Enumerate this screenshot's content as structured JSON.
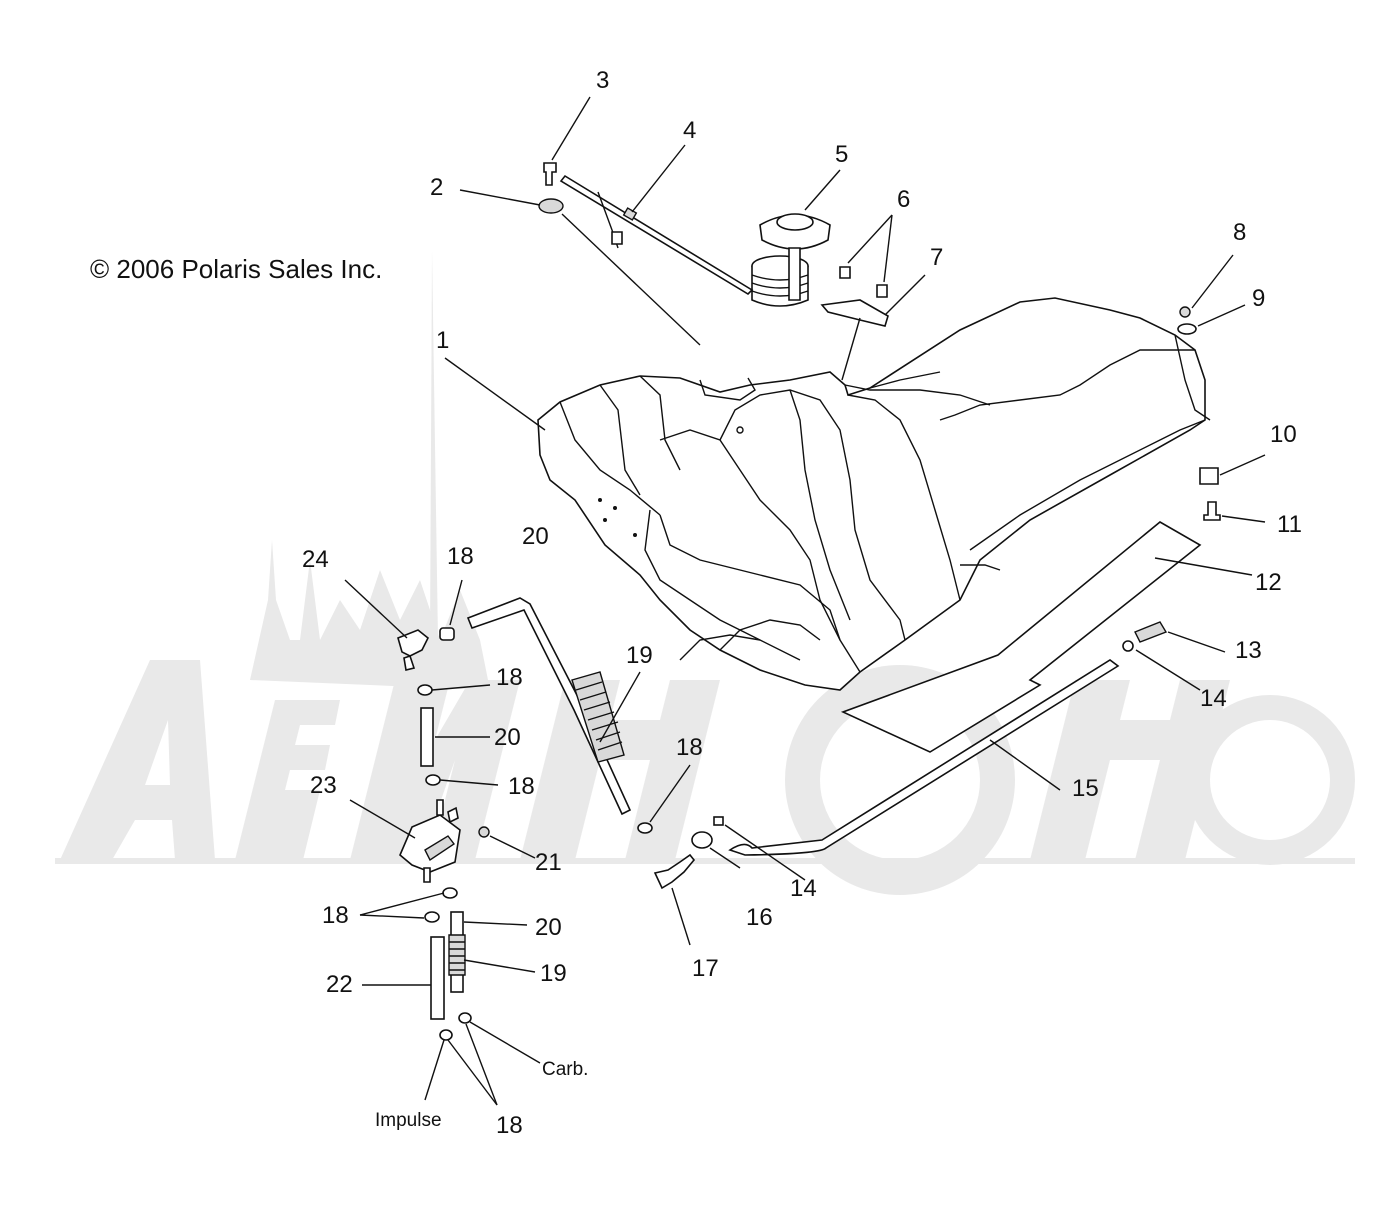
{
  "copyright": "© 2006 Polaris Sales Inc.",
  "watermark": "AeroMoto",
  "callouts": {
    "c1": "1",
    "c2": "2",
    "c3": "3",
    "c4": "4",
    "c5": "5",
    "c6": "6",
    "c7": "7",
    "c8": "8",
    "c9": "9",
    "c10": "10",
    "c11": "11",
    "c12": "12",
    "c13": "13",
    "c14a": "14",
    "c14b": "14",
    "c15": "15",
    "c16": "16",
    "c17": "17",
    "c18a": "18",
    "c18b": "18",
    "c18c": "18",
    "c18d": "18",
    "c18e": "18",
    "c18f": "18",
    "c19a": "19",
    "c19b": "19",
    "c20a": "20",
    "c20b": "20",
    "c20c": "20",
    "c21": "21",
    "c22": "22",
    "c23": "23",
    "c24": "24"
  },
  "notes": {
    "carb": "Carb.",
    "impulse": "Impulse"
  }
}
